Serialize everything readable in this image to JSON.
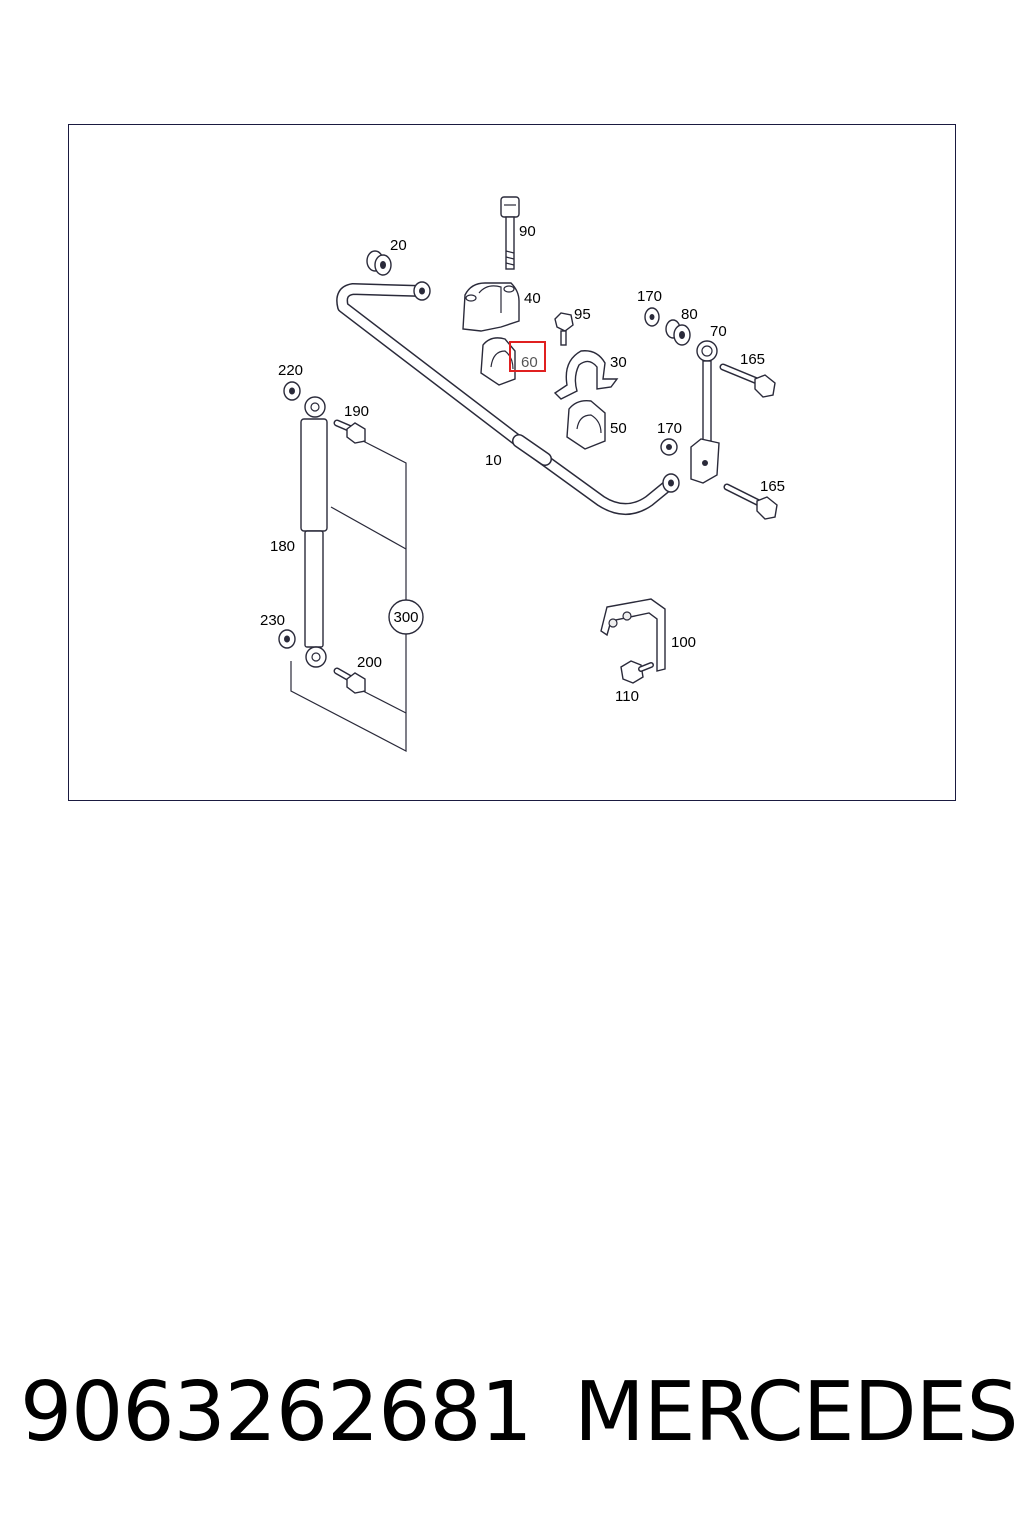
{
  "diagram": {
    "highlight_color": "#e02020",
    "callouts": {
      "c10": "10",
      "c20": "20",
      "c30": "30",
      "c40": "40",
      "c50": "50",
      "c60": "60",
      "c70": "70",
      "c80": "80",
      "c90": "90",
      "c95": "95",
      "c100": "100",
      "c110": "110",
      "c165a": "165",
      "c165b": "165",
      "c170a": "170",
      "c170b": "170",
      "c180": "180",
      "c190": "190",
      "c200": "200",
      "c220": "220",
      "c230": "230",
      "c300": "300"
    }
  },
  "footer": {
    "part_number": "9063262681",
    "brand": "MERCEDES"
  }
}
